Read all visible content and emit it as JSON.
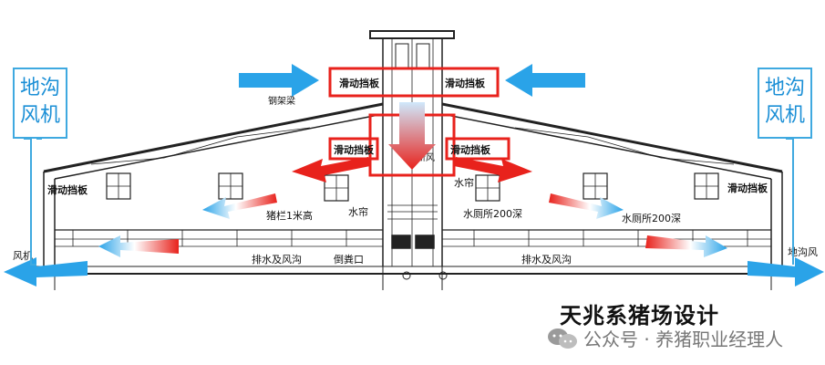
{
  "labels": {
    "ground_fan": "地沟风机",
    "sliding_baffle": "滑动挡板",
    "steel_truss": "钢架梁",
    "pen_fence": "猪栏1米高",
    "water_curtain": "水帘",
    "toilet": "水厕所200深",
    "drain_duct": "排水及风沟",
    "manure_outlet": "倒粪口",
    "fresh_air": "新风",
    "fan_short": "风机",
    "ground_duct_short": "地沟风"
  },
  "footer": {
    "title": "天兆系猪场设计",
    "account": "公众号 · 养猪职业经理人"
  },
  "colors": {
    "cold_air": "#2aa3e8",
    "warm_air": "#e8221c",
    "highlight_box": "#e8221c",
    "label_border": "#3fa9e0"
  }
}
